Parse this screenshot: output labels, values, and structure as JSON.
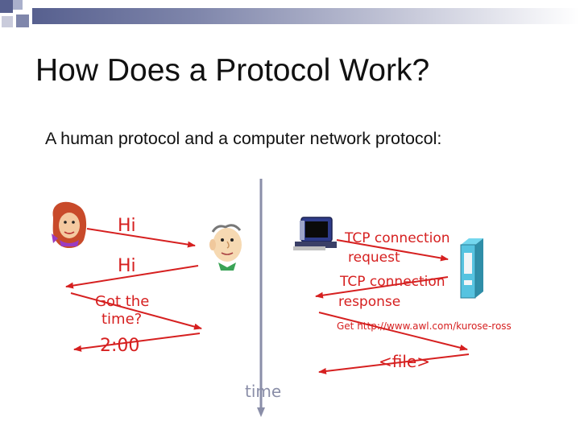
{
  "slide": {
    "title": "How Does a Protocol Work?",
    "subtitle": "A human protocol and a computer network protocol:"
  },
  "human_side": {
    "msg_hi_1": "Hi",
    "msg_hi_2": "Hi",
    "msg_got_line1": "Got the",
    "msg_got_line2": "time?",
    "msg_time": "2:00"
  },
  "network_side": {
    "msg_tcp_req_line1": "TCP connection",
    "msg_tcp_req_line2": "request",
    "msg_tcp_resp_line1": "TCP connection",
    "msg_tcp_resp_line2": "response",
    "msg_get": "Get http://www.awl.com/kurose-ross",
    "msg_file": "<file>"
  },
  "timeline": {
    "label": "time"
  },
  "colors": {
    "message": "#d62020",
    "timeline": "#8a8ea8",
    "accent": "#57608f"
  },
  "icons": [
    "woman-face-icon",
    "man-face-icon",
    "computer-icon",
    "server-icon"
  ]
}
